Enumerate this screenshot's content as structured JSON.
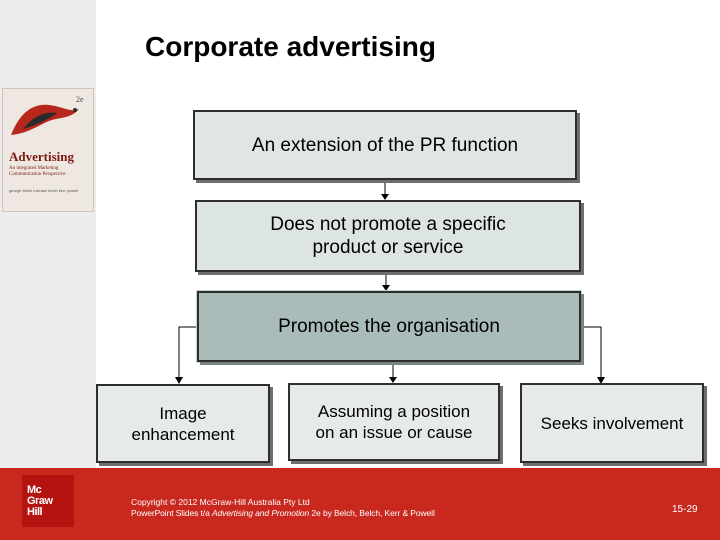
{
  "slide": {
    "title": "Corporate advertising"
  },
  "book_cover": {
    "edition": "2e",
    "title": "Advertising",
    "subtitle": "An integrated Marketing Communication Perspective",
    "authors": "george belch michael belch kerr powell"
  },
  "diagram": {
    "boxes": {
      "pr_extension": "An extension of the PR function",
      "no_specific_product_line1": "Does not promote a specific",
      "no_specific_product_line2": "product or service",
      "promotes_organisation": "Promotes the organisation",
      "image_line1": "Image",
      "image_line2": "enhancement",
      "position_line1": "Assuming a position",
      "position_line2": "on an issue or cause",
      "involvement": "Seeks involvement"
    }
  },
  "footer": {
    "logo_lines": [
      "Mc",
      "Graw",
      "Hill"
    ],
    "copyright": "Copyright © 2012 McGraw-Hill Australia Pty Ltd",
    "slides_note_prefix": "PowerPoint Slides t/a ",
    "slides_note_book": "Advertising and Promotion",
    "slides_note_suffix": " 2e by Belch, Belch, Kerr & Powell",
    "page_number": "15-29"
  },
  "colors": {
    "footer_red": "#c8281e",
    "box_light": "#e1e6e3",
    "box_highlight": "#a9bcb9"
  }
}
